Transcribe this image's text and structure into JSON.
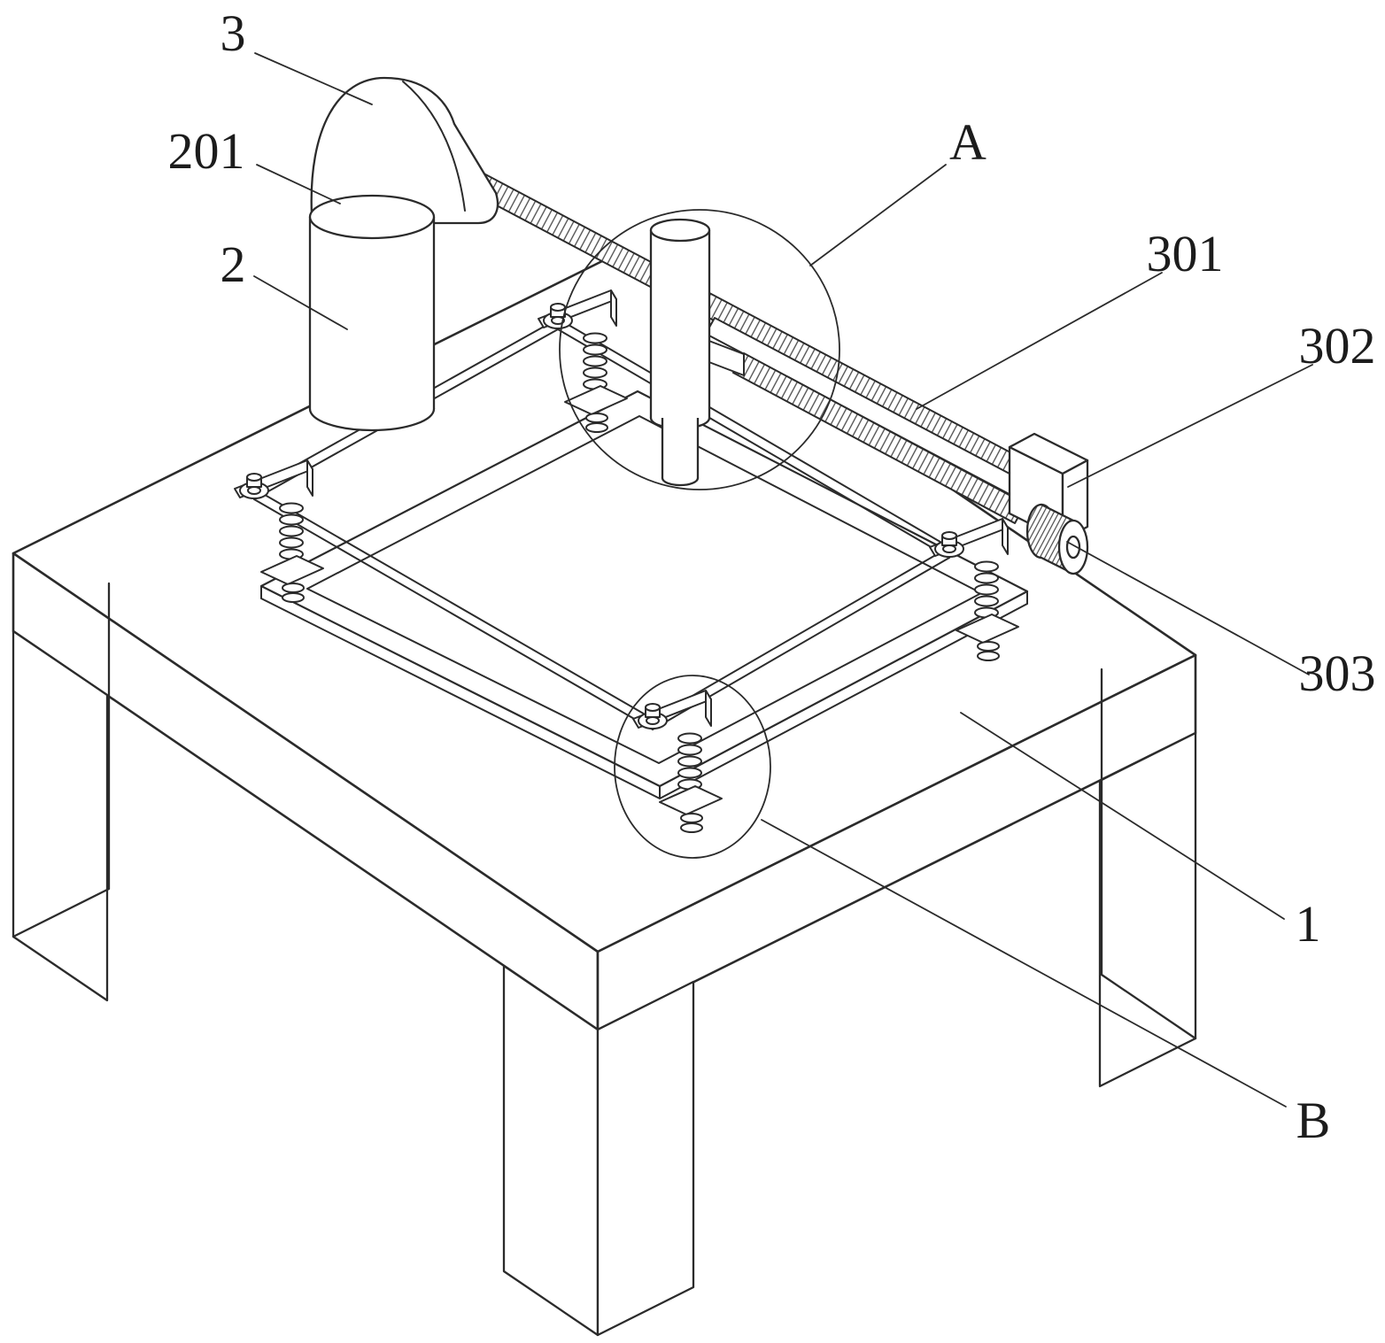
{
  "figure": {
    "labels": {
      "l3": "3",
      "l201": "201",
      "l2": "2",
      "lA": "A",
      "l301": "301",
      "l302": "302",
      "l303": "303",
      "l1": "1",
      "lB": "B"
    },
    "colors": {
      "line": "#2b2b2b",
      "background": "#ffffff"
    }
  }
}
